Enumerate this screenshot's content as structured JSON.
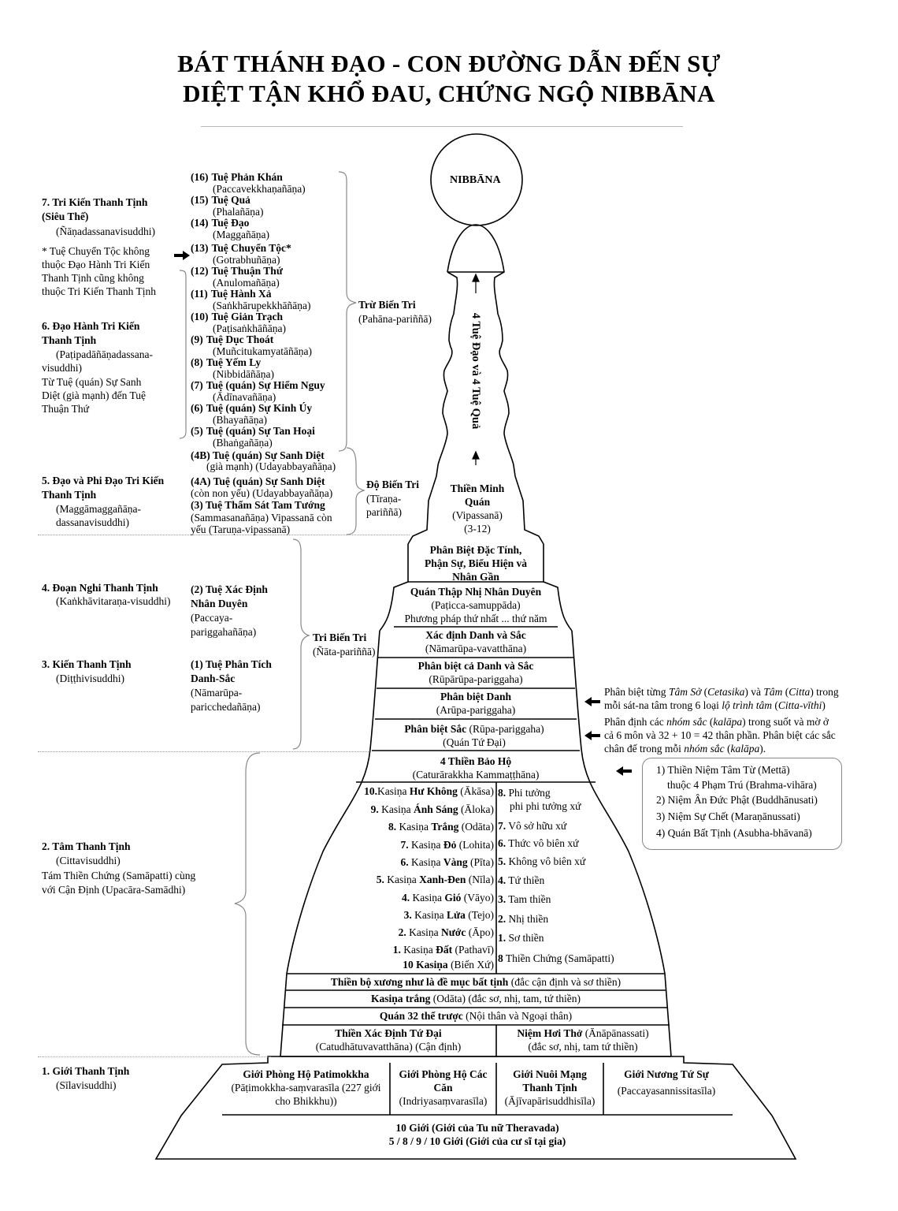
{
  "title": {
    "line1": "BÁT THÁNH ĐẠO - CON ĐƯỜNG DẪN ĐẾN SỰ",
    "line2": "DIỆT TẬN KHỔ ĐAU, CHỨNG NGỘ NIBBĀNA"
  },
  "nibbana": "NIBBĀNA",
  "vertical_label": "4 Tuệ Đạo và 4 Tuệ Quả",
  "left_stages": [
    {
      "title": "7. Tri Kiến Thanh Tịnh",
      "sub": "(Siêu Thế)",
      "pali": "(Ñāṇadassanavisuddhi)"
    },
    {
      "note": [
        "* Tuệ Chuyển Tộc không",
        "thuộc Đạo Hành Tri Kiến",
        "Thanh Tịnh cũng không",
        "thuộc Tri Kiến Thanh Tịnh"
      ]
    },
    {
      "title": "6. Đạo Hành Tri Kiến",
      "sub": "Thanh Tịnh",
      "pali": "(Paṭipadāñāṇadassana-",
      "pali2": "visuddhi)",
      "desc": [
        "Từ Tuệ (quán) Sự Sanh",
        "Diệt (già mạnh) đến Tuệ",
        "Thuận Thứ"
      ]
    },
    {
      "title": "5. Đạo và Phi Đạo Tri Kiến",
      "sub": "Thanh Tịnh",
      "pali": "(Maggāmaggañāṇa-",
      "pali2": "dassanavisuddhi)"
    },
    {
      "title": "4. Đoạn Nghi Thanh Tịnh",
      "pali": "(Kaṅkhāvitaraṇa-visuddhi)"
    },
    {
      "title": "3. Kiến Thanh Tịnh",
      "pali": "(Diṭṭhivisuddhi)"
    },
    {
      "title": "2. Tâm Thanh Tịnh",
      "pali": "(Cittavisuddhi)",
      "desc": [
        "Tám Thiền Chứng (Samāpatti) cùng",
        "với Cận Định (Upacāra-Samādhi)"
      ]
    },
    {
      "title": "1. Giới Thanh Tịnh",
      "pali": "(Sīlavisuddhi)"
    }
  ],
  "insights": [
    {
      "num": "(16)",
      "name": "Tuệ Phản Khán",
      "pali": "(Paccavekkhaṇañāṇa)"
    },
    {
      "num": "(15)",
      "name": "Tuệ Quả",
      "pali": "(Phalañāṇa)"
    },
    {
      "num": "(14)",
      "name": "Tuệ Đạo",
      "pali": "(Maggañāṇa)"
    },
    {
      "num": "(13)",
      "name": "Tuệ Chuyển Tộc*",
      "pali": "(Gotrabhuñāṇa)"
    },
    {
      "num": "(12)",
      "name": "Tuệ Thuận Thứ",
      "pali": "(Anulomañāṇa)"
    },
    {
      "num": "(11)",
      "name": "Tuệ Hành Xả",
      "pali": "(Saṅkhārupekkhāñāṇa)"
    },
    {
      "num": "(10)",
      "name": "Tuệ Giản Trạch",
      "pali": "(Paṭisaṅkhāñāṇa)"
    },
    {
      "num": "(9)",
      "name": "Tuệ Dục Thoát",
      "pali": "(Muñcitukamyatāñāṇa)"
    },
    {
      "num": "(8)",
      "name": "Tuệ Yếm Ly",
      "pali": "(Nibbidāñāṇa)"
    },
    {
      "num": "(7)",
      "name": "Tuệ (quán) Sự Hiểm Nguy",
      "pali": "(Ādīnavañāṇa)"
    },
    {
      "num": "(6)",
      "name": "Tuệ (quán) Sự Kinh Úy",
      "pali": "(Bhayañāṇa)"
    },
    {
      "num": "(5)",
      "name": "Tuệ (quán) Sự Tan Hoại",
      "pali": "(Bhaṅgañāṇa)"
    }
  ],
  "insight_4b": {
    "name": "(4B) Tuệ (quán) Sự Sanh Diệt",
    "pali": "(già mạnh) (Udayabbayañāṇa)"
  },
  "insight_4a": {
    "name": "(4A) Tuệ (quán) Sự Sanh Diệt",
    "pali": "(còn non yếu) (Udayabbayañāṇa)"
  },
  "insight_3": {
    "name": "(3) Tuệ Thẩm Sát Tam Tướng",
    "pali": "(Sammasanañāṇa) Vipassanā còn",
    "pali2": "yếu (Taruṇa-vipassanā)"
  },
  "insight_2": {
    "name": "(2) Tuệ Xác Định",
    "name2": "Nhân Duyên",
    "pali": "(Paccaya-",
    "pali2": "pariggahañāṇa)"
  },
  "insight_1": {
    "name": "(1) Tuệ Phân Tích",
    "name2": "Danh-Sắc",
    "pali": "(Nāmarūpa-",
    "pali2": "paricchedañāṇa)"
  },
  "full_understanding": {
    "abandon": {
      "name": "Trừ Biến Tri",
      "pali": "(Pahāna-pariññā)"
    },
    "investigation": {
      "name": "Độ Biến Tri",
      "pali": "(Tīraṇa-",
      "pali2": "pariññā)"
    },
    "known": {
      "name": "Tri Biến Tri",
      "pali": "(Ñāta-pariññā)"
    }
  },
  "stupa": {
    "vipassana": {
      "l1": "Thiền Minh",
      "l2": "Quán",
      "l3": "(Vipassanā)",
      "l4": "(3-12)"
    },
    "char": {
      "l1": "Phân Biệt Đặc Tính,",
      "l2": "Phận Sự, Biểu Hiện và",
      "l3": "Nhân Gần"
    },
    "paticca": {
      "l1": "Quán Thập Nhị Nhân Duyên",
      "l2": "(Paṭicca-samuppāda)",
      "l3": "Phương pháp thứ nhất ... thứ năm"
    },
    "namarupa_def": {
      "b": "Xác định Danh và Sắc",
      "p": "(Nāmarūpa-vavatthāna)"
    },
    "rupa_arupa": {
      "b": "Phân biệt cả Danh và Sắc",
      "p": "(Rūpārūpa-pariggaha)"
    },
    "arupa": {
      "b": "Phân biệt Danh",
      "p": "(Arūpa-pariggaha)"
    },
    "rupa": {
      "b": "Phân biệt Sắc",
      "p": " (Rūpa-pariggaha)",
      "p2": "(Quán Tứ Đại)"
    },
    "protect": {
      "b": "4 Thiền Bảo Hộ",
      "p": "(Caturārakkha Kammaṭṭhāna)"
    },
    "kasina": [
      {
        "n": "10.",
        "k": "Kasiṇa ",
        "b": "Hư Không",
        "p": " (Ākāsa)"
      },
      {
        "n": "9.",
        "k": " Kasiṇa ",
        "b": "Ánh Sáng",
        "p": " (Āloka)"
      },
      {
        "n": "8.",
        "k": " Kasiṇa ",
        "b": "Trắng",
        "p": " (Odāta)"
      },
      {
        "n": "7.",
        "k": " Kasiṇa ",
        "b": "Đỏ",
        "p": " (Lohita)"
      },
      {
        "n": "6.",
        "k": " Kasiṇa ",
        "b": "Vàng",
        "p": " (Pīta)"
      },
      {
        "n": "5.",
        "k": " Kasiṇa ",
        "b": "Xanh-Đen",
        "p": " (Nīla)"
      },
      {
        "n": "4.",
        "k": " Kasiṇa ",
        "b": "Gió",
        "p": " (Vāyo)"
      },
      {
        "n": "3.",
        "k": " Kasiṇa ",
        "b": "Lửa",
        "p": " (Tejo)"
      },
      {
        "n": "2.",
        "k": " Kasiṇa ",
        "b": "Nước",
        "p": " (Āpo)"
      },
      {
        "n": "1.",
        "k": " Kasiṇa ",
        "b": "Đất",
        "p": " (Pathavī)"
      }
    ],
    "kasina_total": {
      "b": "10 Kasiṇa",
      "p": " (Biến Xứ)"
    },
    "jhana": [
      {
        "n": "8.",
        "t": " Phi tưởng",
        "t2": "phi phi tưởng xứ"
      },
      {
        "n": "7.",
        "t": " Vô sở hữu xứ"
      },
      {
        "n": "6.",
        "t": " Thức vô biên xứ"
      },
      {
        "n": "5.",
        "t": " Không vô biên xứ"
      },
      {
        "n": "4.",
        "t": " Tứ thiền"
      },
      {
        "n": "3.",
        "t": " Tam thiền"
      },
      {
        "n": "2.",
        "t": " Nhị thiền"
      },
      {
        "n": "1.",
        "t": " Sơ thiền"
      }
    ],
    "jhana_total": {
      "n": "8",
      "t": " Thiền Chứng (Samāpatti)"
    },
    "bones": {
      "b": "Thiền bộ xương như là đề mục bất tịnh",
      "p": " (đắc cận định và sơ thiền)"
    },
    "white": {
      "b": "Kasiṇa trắng",
      "p": " (Odāta) (đắc sơ, nhị, tam, tứ thiền)"
    },
    "parts32": {
      "b": "Quán 32 thể trược",
      "p": " (Nội thân và Ngoại thân)"
    },
    "elements": {
      "b": "Thiền Xác Định Tứ Đại",
      "p": "(Catudhātuvavatthāna) (Cận định)"
    },
    "breath": {
      "b": "Niệm Hơi Thở",
      "p": " (Ānāpānassati)",
      "p2": "(đắc sơ, nhị, tam tứ thiền)"
    },
    "sila": [
      {
        "b": "Giới Phòng Hộ  Patimokkha",
        "p": "(Pāṭimokkha-saṃvarasīla  (227 giới",
        "p2": "cho  Bhikkhu))"
      },
      {
        "b": "Giới Phòng Hộ Các",
        "b2": "Căn",
        "p": "(Indriyasaṃvarasīla)"
      },
      {
        "b": "Giới Nuôi Mạng",
        "b2": "Thanh Tịnh",
        "p": "(Ājīvapārisuddhisīla)"
      },
      {
        "b": "Giới Nương Tứ Sự",
        "p": "(Paccayasannissitasīla)"
      }
    ],
    "base1": "10 Giới (Giới của Tu nữ Theravada)",
    "base2": "5 / 8 / 9 / 10 Giới (Giới của cư sĩ tại gia)"
  },
  "right_notes": {
    "arupa_note": {
      "a": "Phân biệt từng ",
      "i1": "Tâm Sở",
      "b": " (",
      "i2": "Cetasika",
      "c": ") và ",
      "i3": "Tâm",
      "d": " (",
      "i4": "Citta",
      "e": ") trong",
      "l2a": "mỗi sát-na tâm trong 6 loại ",
      "i5": "lộ trình tâm",
      "l2b": " (",
      "i6": "Citta-vīthi",
      "l2c": ")"
    },
    "rupa_note": {
      "l1a": "Phân định các ",
      "i1": "nhóm sắc",
      "l1b": " (",
      "i2": "kalāpa",
      "l1c": ") trong suốt và mờ ở",
      "l2": "cả 6 môn và 32 + 10 = 42 thân phần. Phân biệt các sắc",
      "l3a": "chân đế trong mỗi ",
      "i3": "nhóm sắc",
      "l3b": " (",
      "i4": "kalāpa",
      "l3c": ")."
    },
    "protect_list": [
      "1) Thiền Niệm Tâm Từ (Mettā)",
      "thuộc 4 Phạm Trú (Brahma-vihāra)",
      "2) Niệm Ân Đức Phật (Buddhānusati)",
      "3) Niệm Sự Chết (Maraṇānussati)",
      "4) Quán Bất Tịnh (Asubha-bhāvanā)"
    ]
  }
}
